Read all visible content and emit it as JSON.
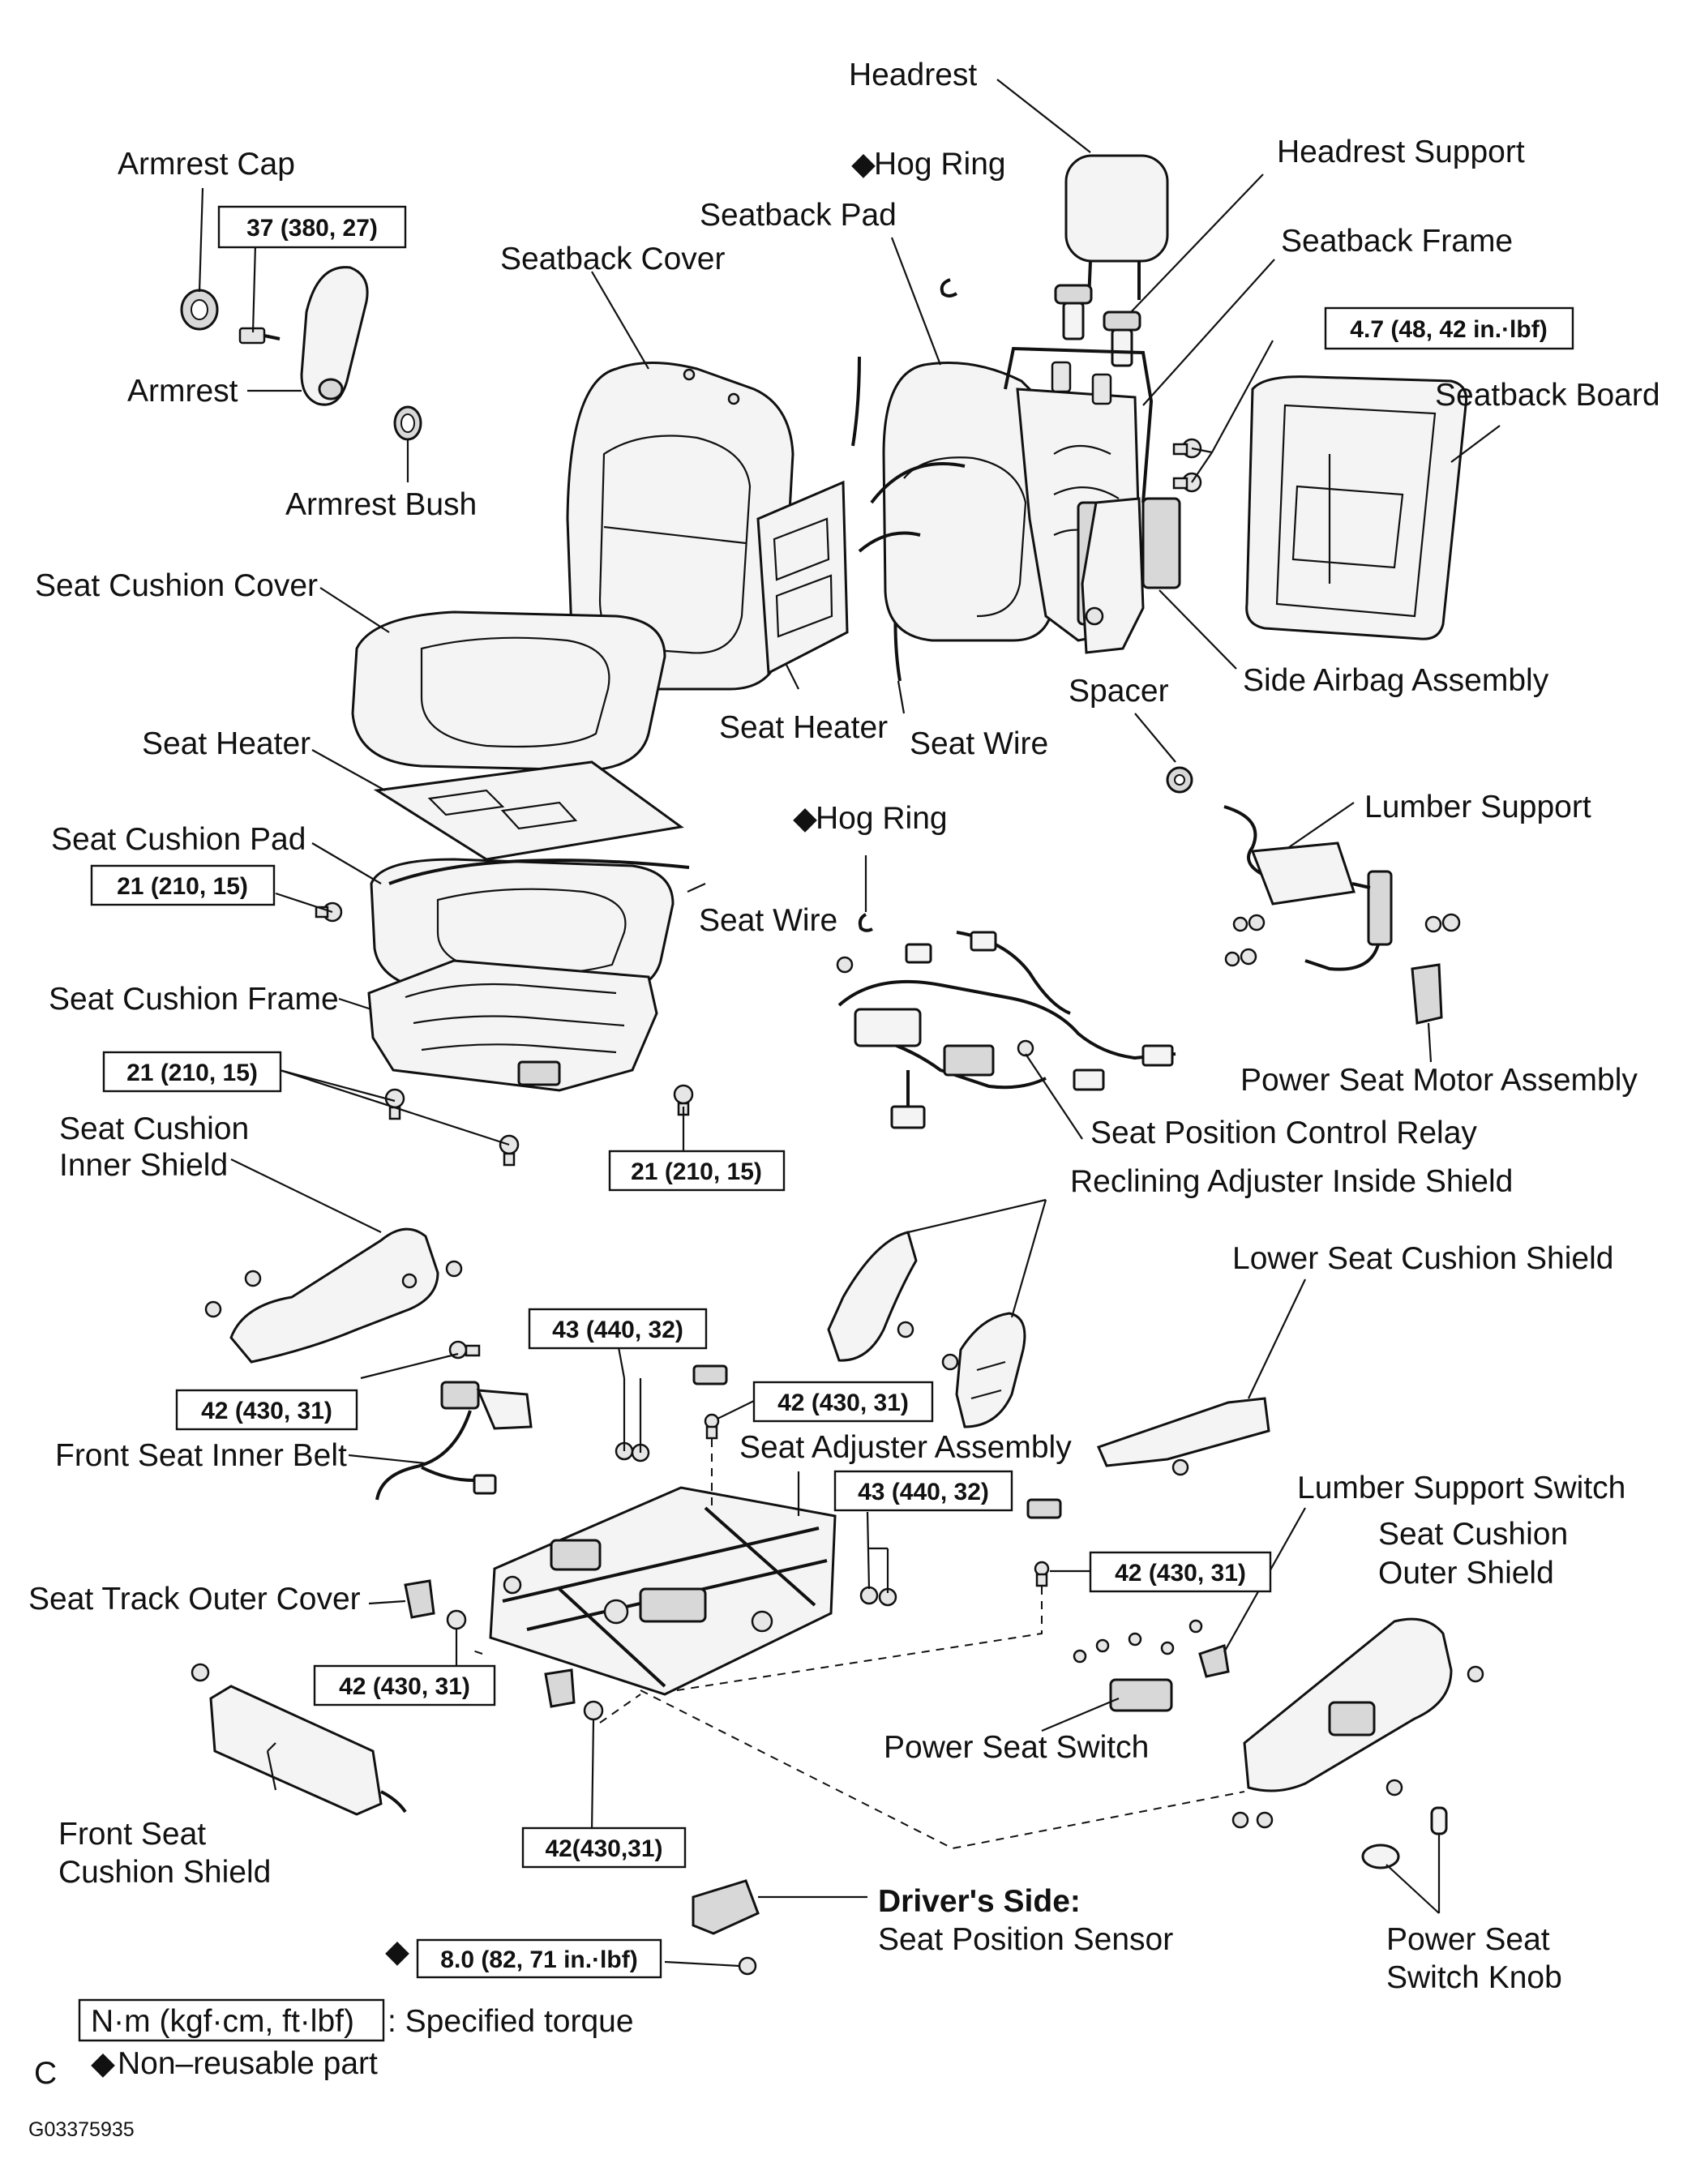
{
  "labels": {
    "headrest": "Headrest",
    "hog_ring": "Hog Ring",
    "headrest_support": "Headrest Support",
    "armrest_cap": "Armrest Cap",
    "seatback_pad": "Seatback Pad",
    "seatback_frame": "Seatback Frame",
    "seatback_cover": "Seatback Cover",
    "armrest": "Armrest",
    "seatback_board": "Seatback Board",
    "armrest_bush": "Armrest Bush",
    "seat_cushion_cover": "Seat Cushion Cover",
    "side_airbag_assembly": "Side Airbag Assembly",
    "spacer": "Spacer",
    "seat_heater": "Seat Heater",
    "seat_wire": "Seat Wire",
    "lumber_support": "Lumber Support",
    "seat_cushion_pad": "Seat Cushion Pad",
    "seat_cushion_frame": "Seat Cushion Frame",
    "power_seat_motor_assembly": "Power Seat Motor Assembly",
    "seat_cushion_inner_shield_1": "Seat Cushion",
    "seat_cushion_inner_shield_2": "Inner Shield",
    "seat_position_control_relay": "Seat Position Control Relay",
    "reclining_adjuster_inside_shield": "Reclining Adjuster Inside Shield",
    "lower_seat_cushion_shield": "Lower Seat Cushion Shield",
    "front_seat_inner_belt": "Front Seat Inner Belt",
    "seat_adjuster_assembly": "Seat Adjuster Assembly",
    "lumber_support_switch": "Lumber Support Switch",
    "seat_cushion_outer_shield_1": "Seat Cushion",
    "seat_cushion_outer_shield_2": "Outer Shield",
    "seat_track_outer_cover": "Seat Track Outer Cover",
    "power_seat_switch": "Power Seat Switch",
    "front_seat_cushion_shield_1": "Front Seat",
    "front_seat_cushion_shield_2": "Cushion Shield",
    "drivers_side": "Driver's Side:",
    "seat_position_sensor": "Seat Position Sensor",
    "power_seat_switch_knob_1": "Power Seat",
    "power_seat_switch_knob_2": "Switch Knob"
  },
  "torques": {
    "t_37": "37 (380, 27)",
    "t_4_7": "4.7 (48, 42 in.·lbf)",
    "t_21": "21 (210, 15)",
    "t_43": "43 (440, 32)",
    "t_42": "42 (430, 31)",
    "t_42_compact": "42(430,31)",
    "t_8_0": "8.0 (82, 71 in.·lbf)"
  },
  "legend": {
    "unit_box": "N·m (kgf·cm, ft·lbf)",
    "unit_text": ": Specified torque",
    "nonreusable": "Non–reusable part",
    "symbol": "◆",
    "corner_mark": "C"
  },
  "figure_code": "G03375935"
}
